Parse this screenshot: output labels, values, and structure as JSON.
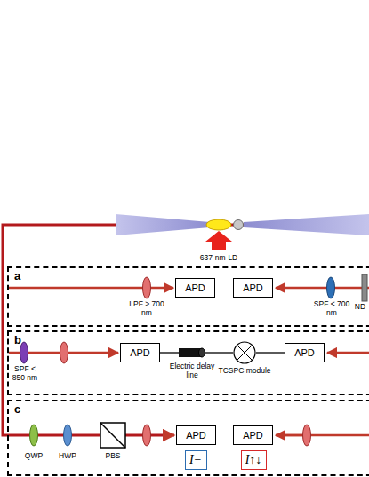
{
  "diagram": {
    "nodes": [
      {
        "text": [
          "a"
        ]
      },
      {
        "text": [
          "APD"
        ],
        "in": 0
      },
      {
        "text": [
          "APD"
        ],
        "in": 0
      },
      {
        "text": [
          "b"
        ]
      },
      {
        "text": [
          "APD"
        ],
        "in": 3
      },
      {
        "text": [
          "Electric delay line"
        ],
        "in": 3
      },
      {
        "text": [
          "TCSPC module"
        ],
        "in": 3
      },
      {
        "text": [
          "APD"
        ],
        "in": 3
      },
      {
        "text": [
          "c"
        ]
      },
      {
        "text": [
          "APD"
        ],
        "in": 8
      },
      {
        "text": [
          "APD"
        ],
        "in": 8
      },
      {
        "text": [
          "I−"
        ],
        "in": 8
      },
      {
        "text": [
          "I↑↓"
        ],
        "in": 8
      }
    ],
    "edges": [
      {
        "from": 4,
        "to": 5,
        "arrow": "none"
      },
      {
        "from": 5,
        "to": 6,
        "arrow": "none"
      },
      {
        "from": 6,
        "to": 7,
        "arrow": "none"
      }
    ],
    "labels": [
      "637-nm-LD",
      "LPF > 700 nm",
      "SPF < 700 nm",
      "ND",
      "SPF < 850 nm",
      "QWP",
      "HWP",
      "PBS"
    ]
  }
}
